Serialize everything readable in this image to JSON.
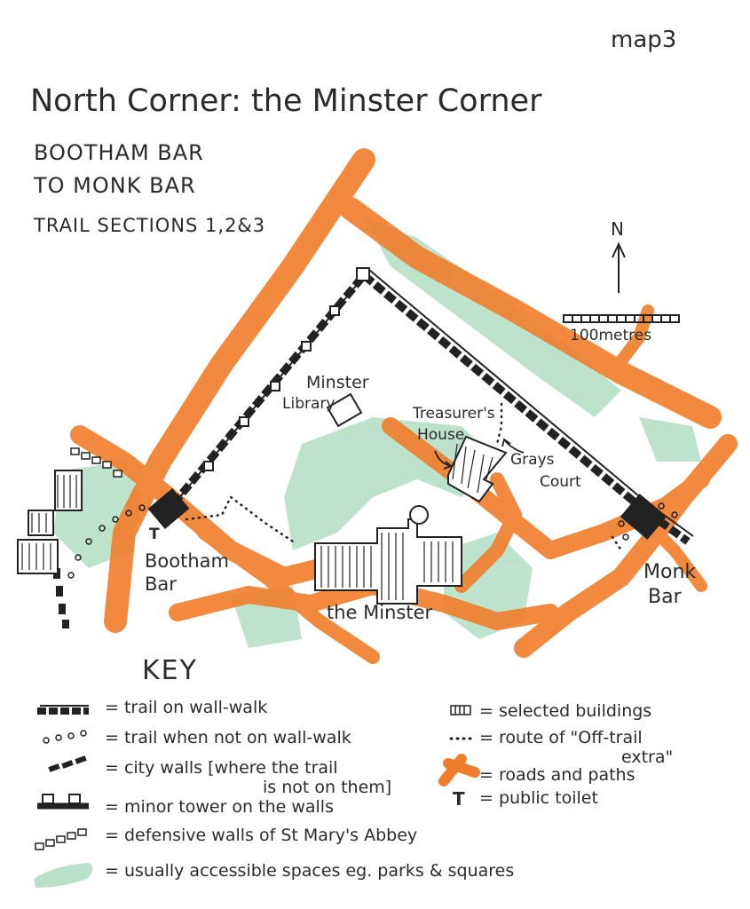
{
  "map_label": "map3",
  "title": "North Corner: the Minster Corner",
  "subtitle_line1": "BOOTHAM BAR",
  "subtitle_line2": "TO MONK BAR",
  "trail_sections": "TRAIL SECTIONS 1,2&3",
  "compass": "N",
  "scale_label": "100metres",
  "places": {
    "minster_library_1": "Minster",
    "minster_library_2": "Library",
    "treasurers_1": "Treasurer's",
    "treasurers_2": "House",
    "grays_1": "Grays",
    "grays_2": "Court",
    "bootham_1": "Bootham",
    "bootham_2": "Bar",
    "monk_1": "Monk",
    "monk_2": "Bar",
    "minster": "the Minster",
    "toilet": "T"
  },
  "key": {
    "heading": "KEY",
    "left": [
      {
        "label": "= trail on wall-walk"
      },
      {
        "label": "= trail when not on wall-walk"
      },
      {
        "label": "= city walls [where the trail"
      },
      {
        "label": "is not on them]"
      },
      {
        "label": "= minor tower on the walls"
      },
      {
        "label": "= defensive walls of St Mary's Abbey"
      },
      {
        "label": "= usually accessible spaces eg. parks & squares"
      }
    ],
    "right": [
      {
        "label": "= selected buildings"
      },
      {
        "label": "= route of \"Off-trail"
      },
      {
        "label": "extra\""
      },
      {
        "label": "= roads and paths"
      },
      {
        "label": "= public toilet"
      }
    ],
    "toilet_symbol": "T"
  },
  "colors": {
    "road": "#f07d2b",
    "green": "#9fd4b4",
    "ink": "#2b2b2b"
  }
}
